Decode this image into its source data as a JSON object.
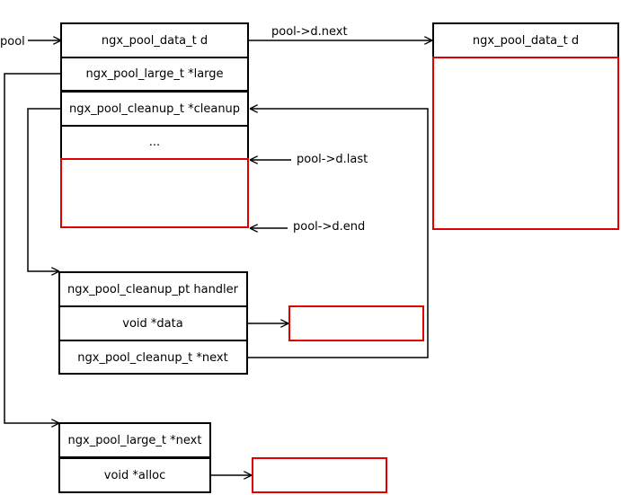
{
  "colors": {
    "stroke": "#000000",
    "highlight": "#e00000",
    "background": "#ffffff"
  },
  "pool_label": "pool",
  "pool": {
    "data_field": "ngx_pool_data_t d",
    "large_field": "ngx_pool_large_t *large",
    "cleanup_field": "ngx_pool_cleanup_t *cleanup",
    "ellipsis": "..."
  },
  "next_pool": {
    "data_field": "ngx_pool_data_t d"
  },
  "pointer_labels": {
    "next": "pool->d.next",
    "last": "pool->d.last",
    "end": "pool->d.end"
  },
  "cleanup": {
    "handler_field": "ngx_pool_cleanup_pt handler",
    "data_field": "void *data",
    "next_field": "ngx_pool_cleanup_t *next"
  },
  "large": {
    "next_field": "ngx_pool_large_t *next",
    "alloc_field": "void *alloc"
  }
}
